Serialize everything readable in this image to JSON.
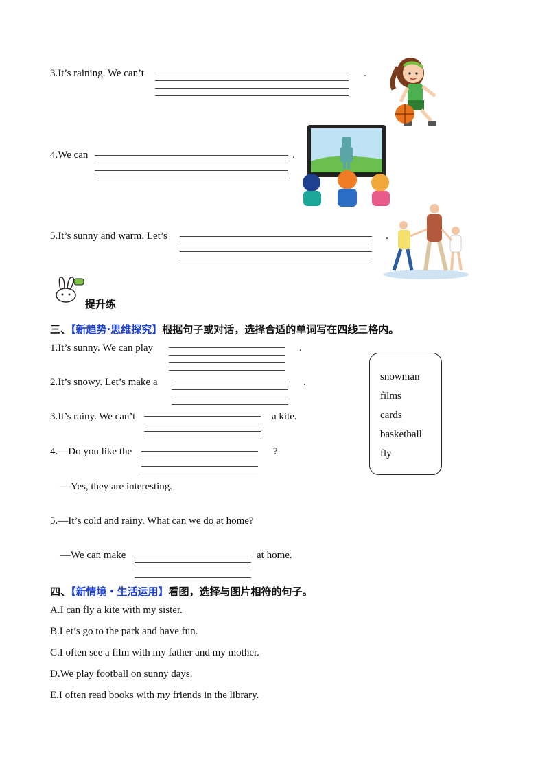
{
  "section_top": {
    "q3": {
      "text": "3.It’s  raining.  We  can’t",
      "end": "."
    },
    "q4": {
      "text": "4.We  can",
      "end": "."
    },
    "q5": {
      "text": "5.It’s  sunny  and  warm.  Let’s",
      "end": "."
    }
  },
  "advanced_label": "提升练",
  "section3": {
    "number": "三、",
    "tag": "【新趋势·思维探究】",
    "instruction": "根据句子或对话，选择合适的单词写在四线三格内。",
    "q1": {
      "text": "1.It’s  sunny.  We  can  play",
      "end": "."
    },
    "q2": {
      "text": "2.It’s  snowy.  Let’s  make  a",
      "end": "."
    },
    "q3": {
      "text": "3.It’s  rainy.  We  can’t",
      "end": "a  kite."
    },
    "q4": {
      "text": "4.—Do  you  like  the",
      "end": "?"
    },
    "q4_answer": "—Yes,  they  are  interesting.",
    "q5": {
      "text": "5.—It’s  cold  and  rainy.  What  can  we  do  at  home?"
    },
    "q5_answer": {
      "text": "—We  can  make",
      "end": "at  home."
    },
    "word_box": [
      "snowman",
      "films",
      "cards",
      "basketball",
      "fly"
    ]
  },
  "section4": {
    "number": "四、",
    "tag": "【新情境・生活运用】",
    "instruction": "看图，选择与图片相符的句子。",
    "options": [
      "A.I  can  fly  a  kite  with  my  sister.",
      "B.Let’s  go  to  the  park  and  have  fun.",
      "C.I  often  see  a  film  with  my  father  and  my  mother.",
      "D.We  play  football  on  sunny  days.",
      "E.I  often  read  books  with  my  friends  in  the  library."
    ]
  },
  "colors": {
    "accent_blue": "#1a3fd6",
    "jersey_green": "#4caf50",
    "basketball_orange": "#e8741e"
  }
}
